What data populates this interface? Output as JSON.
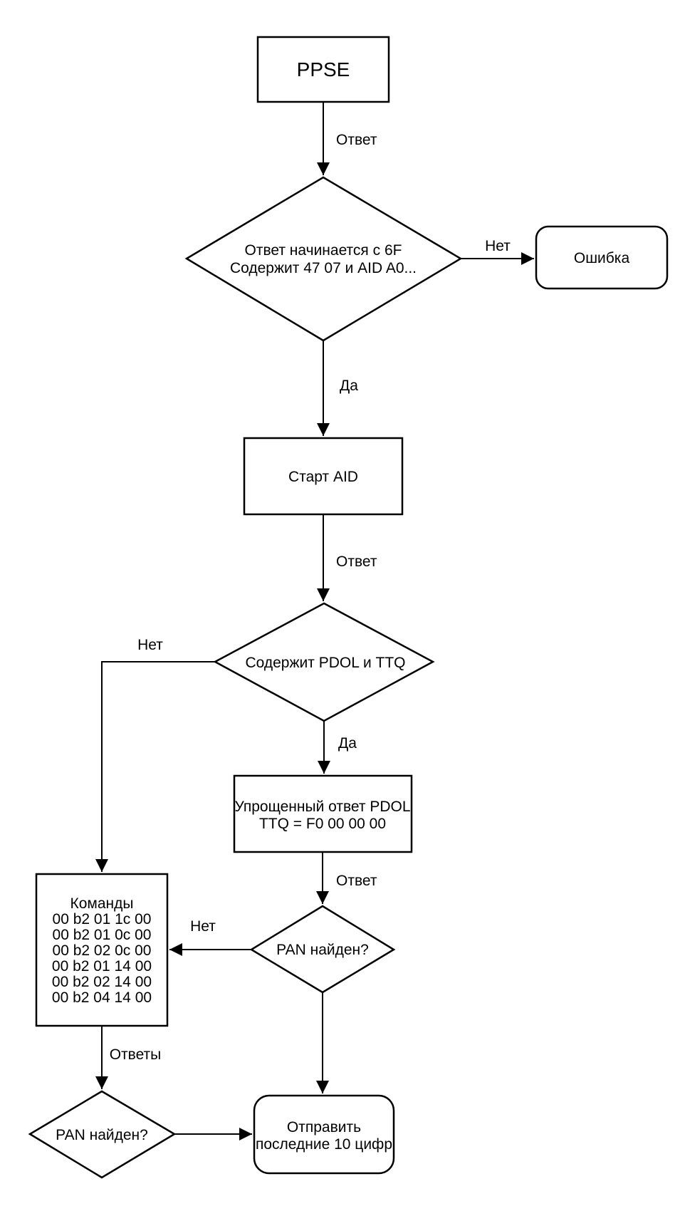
{
  "diagram": {
    "colors": {
      "background": "#ffffff",
      "stroke": "#000000",
      "text": "#000000"
    },
    "nodes": {
      "ppse": {
        "label": "PPSE"
      },
      "check_response": {
        "line1": "Ответ начинается с 6F",
        "line2": "Содержит 47 07 и AID A0..."
      },
      "error": {
        "label": "Ошибка"
      },
      "start_aid": {
        "label": "Старт AID"
      },
      "check_pdol_ttq": {
        "label": "Содержит PDOL и TTQ"
      },
      "pdol_response": {
        "line1": "Упрощенный ответ PDOL",
        "line2": "TTQ = F0 00 00 00"
      },
      "pan_found_1": {
        "label": "PAN найден?"
      },
      "commands": {
        "title": "Команды",
        "lines": [
          "00 b2 01 1c 00",
          "00 b2 01 0c 00",
          "00 b2 02 0c 00",
          "00 b2 01 14 00",
          "00 b2 02 14 00",
          "00 b2 04 14 00"
        ]
      },
      "pan_found_2": {
        "label": "PAN найден?"
      },
      "send_digits": {
        "line1": "Отправить",
        "line2": "последние 10 цифр"
      }
    },
    "edge_labels": {
      "ppse_to_check": "Ответ",
      "check_to_error": "Нет",
      "check_to_start": "Да",
      "start_to_pdol_check": "Ответ",
      "pdol_check_to_commands": "Нет",
      "pdol_check_to_response": "Да",
      "response_to_pan1": "Ответ",
      "pan1_to_commands": "Нет",
      "commands_to_pan2": "Ответы"
    }
  }
}
